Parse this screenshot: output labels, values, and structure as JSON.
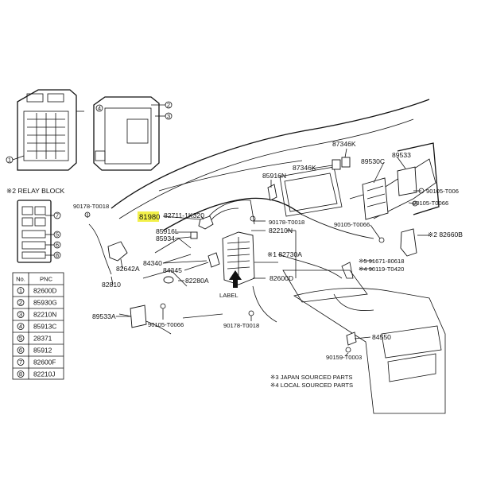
{
  "highlight_color": "#f2f04a",
  "callouts": [
    {
      "id": "81980",
      "text": "81980",
      "highlight": true
    },
    {
      "id": "82711",
      "text": "82711-1K320"
    },
    {
      "id": "85916L",
      "text": "85916L"
    },
    {
      "id": "85934",
      "text": "85934"
    },
    {
      "id": "84340",
      "text": "84340"
    },
    {
      "id": "84345",
      "text": "84345"
    },
    {
      "id": "82280A",
      "text": "82280A"
    },
    {
      "id": "82642A",
      "text": "82642A"
    },
    {
      "id": "82810",
      "text": "82810"
    },
    {
      "id": "89533A",
      "text": "89533A"
    },
    {
      "id": "90105-t0066-a",
      "text": "90105-T0066"
    },
    {
      "id": "90178-t0018-a",
      "text": "90178-T0018"
    },
    {
      "id": "90178-t0018-b",
      "text": "90178-T0018"
    },
    {
      "id": "90178-t0018-c",
      "text": "90178-T0018"
    },
    {
      "id": "82210N",
      "text": "82210N"
    },
    {
      "id": "82730A",
      "text": "※1 82730A"
    },
    {
      "id": "82600D",
      "text": "82600D"
    },
    {
      "id": "85916N",
      "text": "85916N"
    },
    {
      "id": "87346K-a",
      "text": "87346K"
    },
    {
      "id": "87346K-b",
      "text": "87346K"
    },
    {
      "id": "89533",
      "text": "89533"
    },
    {
      "id": "89530C",
      "text": "89530C"
    },
    {
      "id": "90105-t0066-b",
      "text": "90105-T0066"
    },
    {
      "id": "90105-t0066-c",
      "text": "90105-T0066"
    },
    {
      "id": "90105-t006-d",
      "text": "90105-T006"
    },
    {
      "id": "82660B",
      "text": "※2 82660B"
    },
    {
      "id": "91671",
      "text": "※5 91671-80618"
    },
    {
      "id": "90119",
      "text": "※4 90119-T0420"
    },
    {
      "id": "84550",
      "text": "84550"
    },
    {
      "id": "90159",
      "text": "90159-T0003"
    },
    {
      "id": "label",
      "text": "LABEL"
    }
  ],
  "relay_block": {
    "title": "※2 RELAY BLOCK",
    "numbers": [
      "7",
      "5",
      "6",
      "8"
    ]
  },
  "fuse_box_markers": [
    "2",
    "3",
    "4",
    "1"
  ],
  "pnc_table": {
    "headers": [
      "No.",
      "PNC"
    ],
    "rows": [
      {
        "no": "1",
        "pnc": "82600D"
      },
      {
        "no": "2",
        "pnc": "85930G"
      },
      {
        "no": "3",
        "pnc": "82210N"
      },
      {
        "no": "4",
        "pnc": "85913C"
      },
      {
        "no": "5",
        "pnc": "28371"
      },
      {
        "no": "6",
        "pnc": "85912"
      },
      {
        "no": "7",
        "pnc": "82600F"
      },
      {
        "no": "8",
        "pnc": "82210J"
      }
    ]
  },
  "notes": [
    "※3 JAPAN SOURCED PARTS",
    "※4 LOCAL SOURCED PARTS"
  ]
}
